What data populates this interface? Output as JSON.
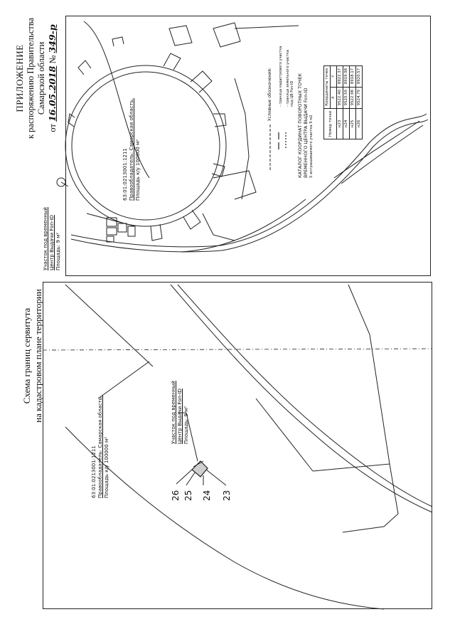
{
  "header": {
    "title": "ПРИЛОЖЕНИЕ",
    "line2": "к распоряжению Правительства",
    "line3": "Самарской области",
    "date_prefix": "от",
    "date_value": "16.05.2018",
    "number_prefix": "№",
    "number_value": "349-р"
  },
  "scheme_title": {
    "line1": "Схема границ сервитута",
    "line2": "на кадастровом плане территории"
  },
  "overview_map": {
    "site_label": {
      "line1": "Участок под временный",
      "line2": "Центр Выдачи Fon-ID",
      "line3": "Площадь: 9 м²"
    },
    "parcel_label": {
      "line1": "63:01:0213001:1211",
      "line2": "Правообладатель: Самарская область.",
      "line3": "Площадь к/у 100000 м²"
    },
    "legend": {
      "title": "Условные обозначения:",
      "item1": "- граница кадастрового участка",
      "item2a": "- граница земельного участка",
      "item2b": "под ЦВ Fon-ID"
    },
    "catalog": {
      "title1": "КАТАЛОГ КООРДИНАТ ПОВОРОТНЫХ ТОЧЕК",
      "title2": "ВРЕМЕННОГО ЦЕНТРА ВЫДАЧИ Fon-ID",
      "title3": "S испрашиваемого участка 9 м2",
      "headers": {
        "number": "Номер точки",
        "coords": "Координаты точек",
        "x": "X",
        "y": "Y"
      },
      "rows": [
        {
          "n": "н23",
          "x": "9522.40",
          "y": "8922.37"
        },
        {
          "n": "н24",
          "x": "9520.59",
          "y": "8919.98"
        },
        {
          "n": "н25",
          "x": "9522.98",
          "y": "8918.17"
        },
        {
          "n": "н26",
          "x": "9524.79",
          "y": "8920.57"
        }
      ]
    }
  },
  "detail_map": {
    "parcel_label": {
      "line1": "63:01:0213001:1211",
      "line2": "Правообладатель: Самарская область.",
      "line3": "Площадь к/у 100000 м²"
    },
    "site_label": {
      "line1": "Участок под временный",
      "line2": "Центр Выдачи Fon-ID",
      "line3": "Площадь: 9 м²"
    },
    "points": [
      "26",
      "25",
      "24",
      "23"
    ]
  }
}
